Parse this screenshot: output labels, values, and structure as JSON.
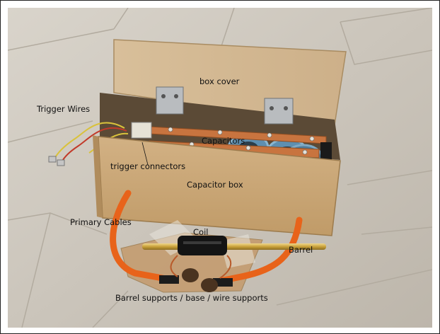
{
  "labels": {
    "box_cover": "box cover",
    "trigger_wires": "Trigger Wires",
    "capacitors": "Capacitors",
    "trigger_connectors": "trigger connectors",
    "capacitor_box": "Capacitor box",
    "primary_cables": "Primary Cables",
    "coil": "Coil",
    "barrel": "Barrel",
    "barrel_supports": "Barrel supports / base / wire supports"
  },
  "colors": {
    "floor": "#cfc9bf",
    "cardboard": "#c9a678",
    "copper": "#c8743f",
    "cable": "#e8631a",
    "brass": "#d6b24a"
  }
}
